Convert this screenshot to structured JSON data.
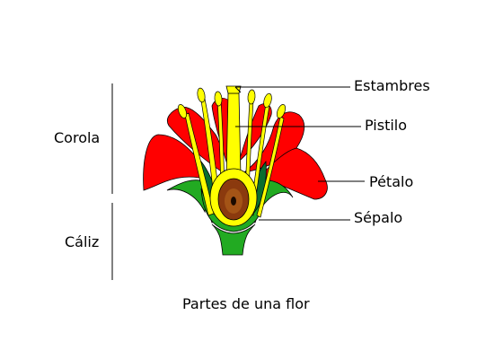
{
  "diagram": {
    "caption": "Partes de una flor",
    "groups": {
      "corolla": "Corola",
      "calyx": "Cáliz"
    },
    "parts": {
      "stamens": "Estambres",
      "pistil": "Pistilo",
      "petal": "Pétalo",
      "sepal": "Sépalo"
    },
    "colors": {
      "petal": "#ff0000",
      "sepal_light": "#22aa22",
      "sepal_dark": "#0b6e2f",
      "stamen": "#ffff00",
      "ovary": "#8b3a0e",
      "ovule_center": "#1a0a00"
    }
  }
}
